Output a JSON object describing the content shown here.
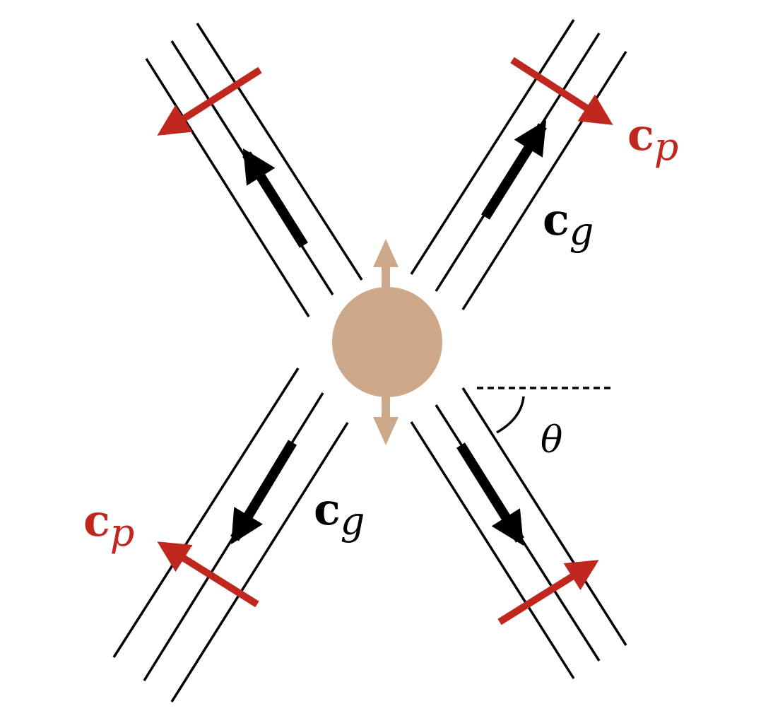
{
  "diagram": {
    "colors": {
      "wave_lines": "#000000",
      "group_velocity": "#000000",
      "phase_velocity": "#c0281f",
      "oscillator": "#cda88b"
    },
    "labels": {
      "cp_main": "c",
      "cp_sub": "p",
      "cg_main": "c",
      "cg_sub": "g",
      "theta": "θ"
    }
  }
}
